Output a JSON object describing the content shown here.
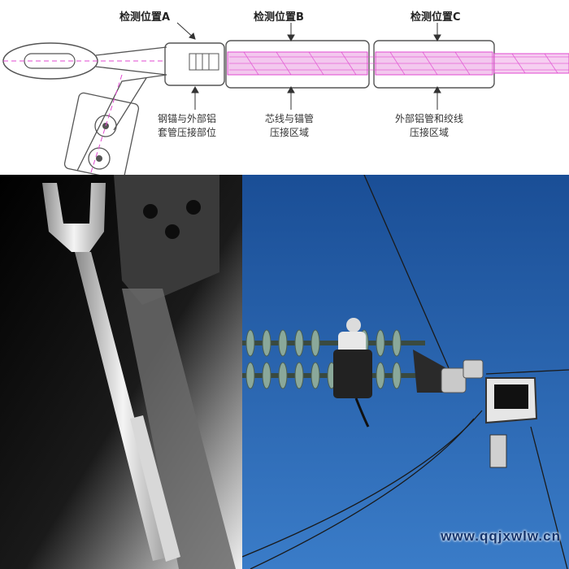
{
  "diagram": {
    "position_a": "检测位置A",
    "position_b": "检测位置B",
    "position_c": "检测位置C",
    "desc_a_line1": "钢锚与外部铝",
    "desc_a_line2": "套管压接部位",
    "desc_b_line1": "芯线与锚管",
    "desc_b_line2": "压接区域",
    "desc_c_line1": "外部铝管和绞线",
    "desc_c_line2": "压接区域"
  },
  "watermark": "www.qqjxwlw.cn",
  "colors": {
    "diagram_line": "#555555",
    "crimp_hatch": "#e04ad0",
    "sky": "#1f5fa8",
    "xray_bg": "#000000"
  }
}
